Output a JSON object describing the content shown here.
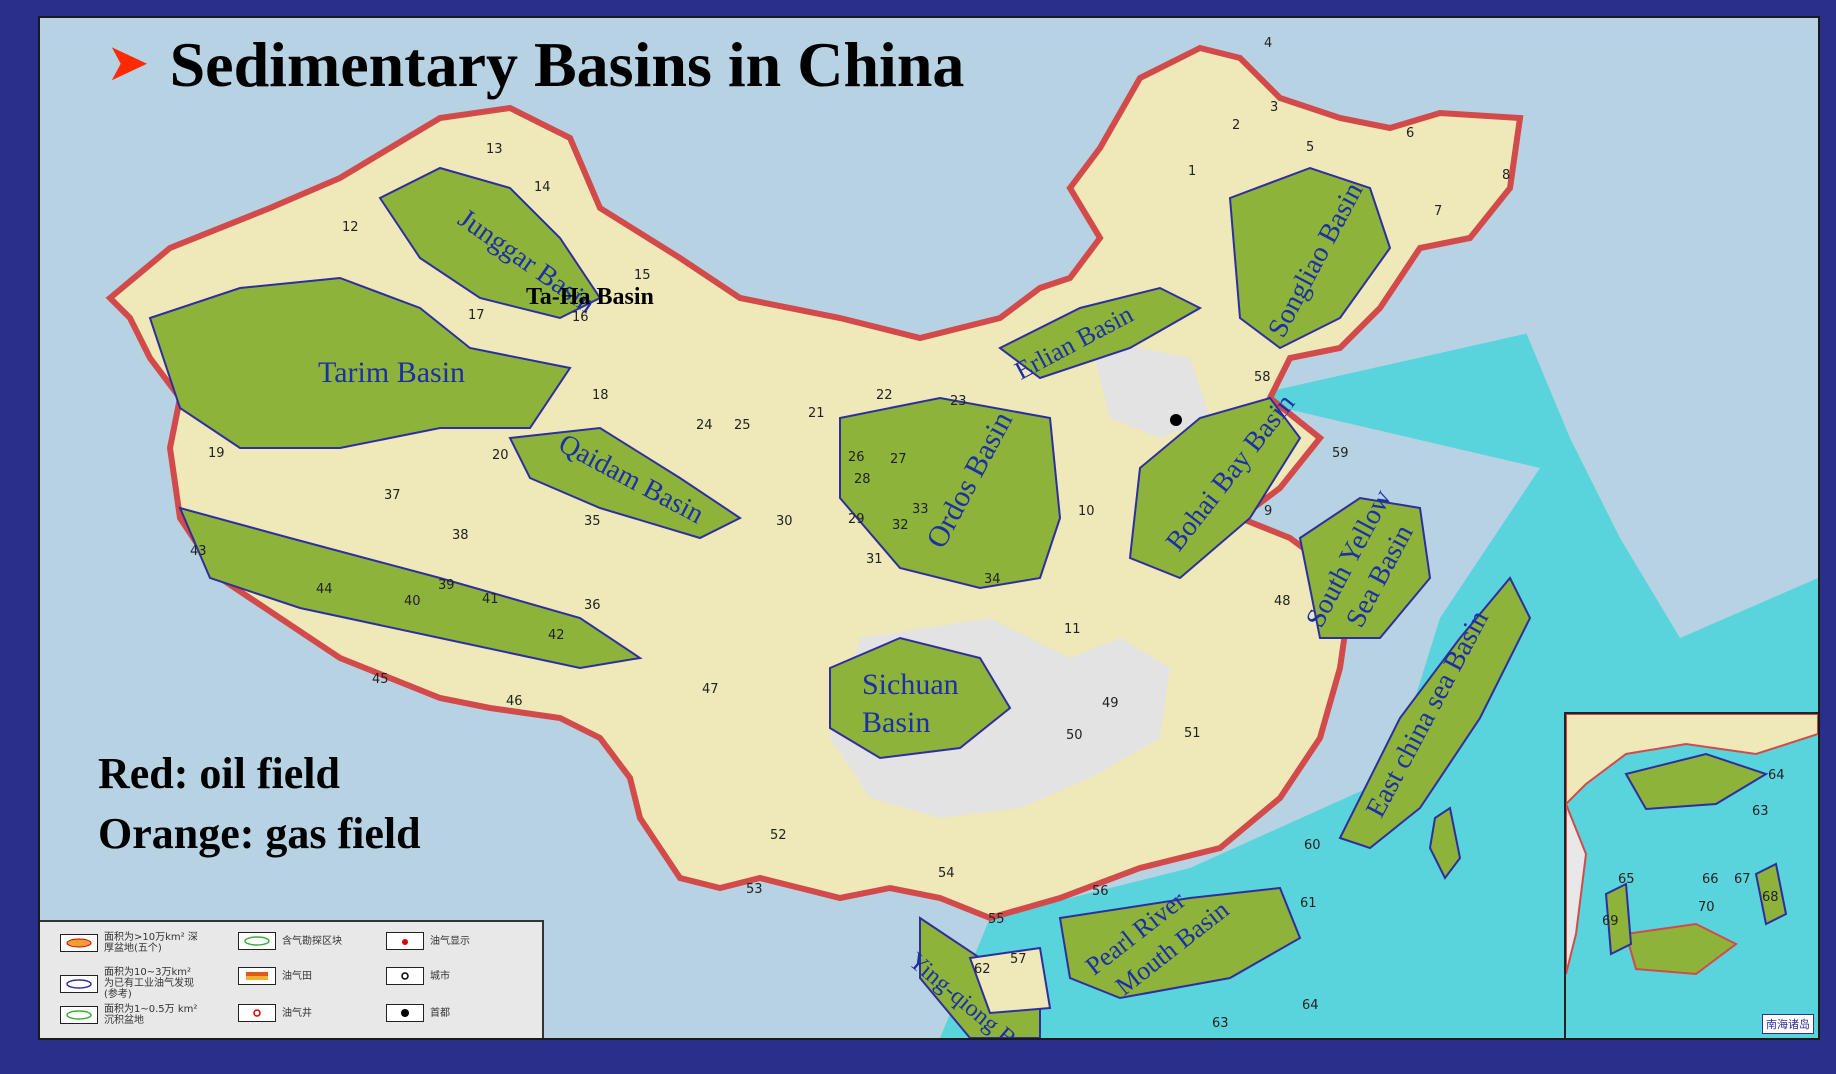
{
  "title": "Sedimentary Basins in China",
  "notes": {
    "red": "Red: oil field",
    "orange": "Orange: gas field"
  },
  "colors": {
    "sea": "#b7d3e3",
    "land": "#efe8b8",
    "basin": "#8db33a",
    "basin_label": "#1b2fa8",
    "border": "#d24a4a",
    "title_arrow": "#ff2a00",
    "shallow_sea": "#59d4dc"
  },
  "basins": {
    "junggar": "Junggar Basin",
    "taha": "Ta-Ha Basin",
    "tarim": "Tarim Basin",
    "qaidam": "Qaidam Basin",
    "sichuan_1": "Sichuan",
    "sichuan_2": "Basin",
    "ordos": "Ordos Basin",
    "erlian": "Erlian Basin",
    "songliao": "Songliao Basin",
    "bohai": "Bohai Bay Basin",
    "south_yellow_1": "South Yellow",
    "south_yellow_2": "Sea Basin",
    "east_china": "East china sea Basin",
    "pearl_1": "Pearl River",
    "pearl_2": "Mouth Basin",
    "yingqiong": "Ying-qiong Basin"
  },
  "numbers": [
    "1",
    "2",
    "3",
    "4",
    "5",
    "6",
    "7",
    "8",
    "9",
    "10",
    "11",
    "12",
    "13",
    "14",
    "15",
    "16",
    "17",
    "18",
    "19",
    "20",
    "21",
    "22",
    "23",
    "24",
    "25",
    "26",
    "27",
    "28",
    "29",
    "30",
    "31",
    "32",
    "33",
    "34",
    "35",
    "36",
    "37",
    "38",
    "39",
    "40",
    "41",
    "42",
    "43",
    "44",
    "45",
    "46",
    "47",
    "48",
    "49",
    "50",
    "51",
    "52",
    "53",
    "54",
    "55",
    "56",
    "57",
    "58",
    "59",
    "60",
    "61",
    "62",
    "63",
    "64",
    "65",
    "66",
    "67",
    "68",
    "69",
    "70"
  ],
  "legend": {
    "items": [
      {
        "icon": "large-field-symbol",
        "text": "面积为>10万km² 深厚盆地(五个)"
      },
      {
        "icon": "medium-basin-symbol",
        "text": "面积为10~3万km² 为已有工业油气发现(参考)"
      },
      {
        "icon": "small-basin-symbol",
        "text": "面积为1~0.5万 km²沉积盆地"
      },
      {
        "icon": "gas-area-symbol",
        "text": "含气勘探区块"
      },
      {
        "icon": "oil-gas-field-symbol",
        "text": "油气田"
      },
      {
        "icon": "oil-well-symbol",
        "text": "油气井"
      },
      {
        "icon": "oil-drop-symbol",
        "text": "油气显示"
      },
      {
        "icon": "city-symbol",
        "text": "城市"
      },
      {
        "icon": "capital-symbol",
        "text": "首都"
      }
    ]
  },
  "inset_label": "南海诸岛"
}
